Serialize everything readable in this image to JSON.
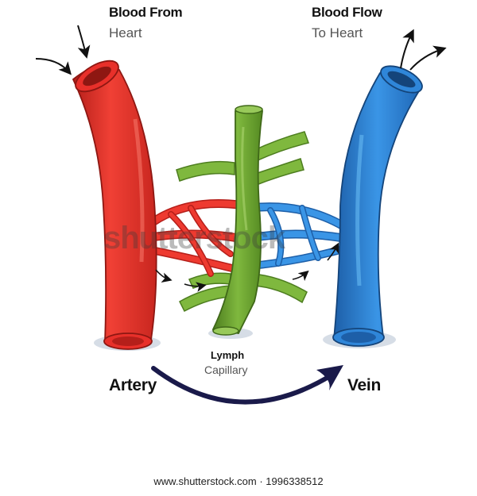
{
  "labels": {
    "blood_from_bold": "Blood From",
    "blood_from_thin": "Heart",
    "blood_flow_bold": "Blood Flow",
    "blood_flow_thin": "To Heart",
    "lymph_bold": "Lymph",
    "lymph_thin": "Capillary",
    "artery": "Artery",
    "vein": "Vein"
  },
  "watermark": "shutterstock",
  "footer": "www.shutterstock.com · 1996338512",
  "colors": {
    "artery": "#e8302a",
    "artery_dark": "#b51f1a",
    "artery_light": "#f26a5d",
    "vein": "#2f86d9",
    "vein_dark": "#1d5fa8",
    "vein_light": "#5fb0f0",
    "lymph": "#6fa833",
    "lymph_dark": "#4d7d1f",
    "lymph_light": "#98c95a",
    "arrow": "#1a1a4a"
  }
}
